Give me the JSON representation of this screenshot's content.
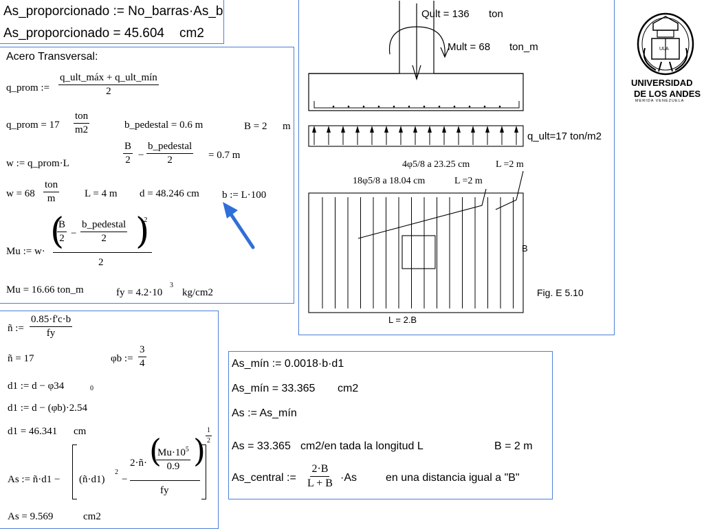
{
  "top": {
    "line1": "As_proporcionado := No_barras·As_b",
    "line2_lhs": "As_proporcionado = 45.604",
    "line2_unit": "cm2"
  },
  "acero": {
    "title": "Acero Transversal:",
    "qprom_def_lhs": "q_prom :=",
    "qprom_num": "q_ult_máx + q_ult_mín",
    "qprom_den": "2",
    "qprom_val": "q_prom = 17",
    "unit_ton": "ton",
    "unit_m2": "m2",
    "b_ped": "b_pedestal = 0.6 m",
    "B_val": "B = 2",
    "B_unit": "m",
    "frac_B": "B",
    "frac_2": "2",
    "minus": "−",
    "frac_bped": "b_pedestal",
    "eq_07": "= 0.7 m",
    "w_def": "w := q_prom·L",
    "w_val": "w = 68",
    "unit_m": "m",
    "L_val": "L = 4 m",
    "d_val": "d = 48.246 cm",
    "b_def": "b := L·100",
    "mu_def_lhs": "Mu := w·",
    "mu_exp": "2",
    "mu_val": "Mu = 16.66 ton_m",
    "fy_lhs": "fy = 4.2·10",
    "fy_exp": "3",
    "fy_unit": "kg/cm2"
  },
  "left_bottom": {
    "n_lhs": "ñ :=",
    "n_num": "0.85·f'c·b",
    "n_den": "fy",
    "n_val": "ñ = 17",
    "phib_lhs": "φb :=",
    "phib_num": "3",
    "phib_den": "4",
    "d1_a": "d1 := d − φ34",
    "d1_a_sub": "0",
    "d1_b": "d1 := d − (φb)·2.54",
    "d1_val": "d1 = 46.341",
    "d1_unit": "cm",
    "as_lhs": "As := ñ·d1 −",
    "as_nd1": "(ñ·d1)",
    "as_sq": "2",
    "as_minus": "−",
    "as_2n": "2·ñ·",
    "as_mu": "Mu·10",
    "as_mu_exp": "5",
    "as_09": "0.9",
    "as_fy": "fy",
    "as_half_num": "1",
    "as_half_den": "2",
    "as_val": "As = 9.569",
    "as_unit": "cm2"
  },
  "right_bottom": {
    "asmin_def": "As_mín := 0.0018·b·d1",
    "asmin_val": "As_mín = 33.365",
    "asmin_unit": "cm2",
    "as_def": "As := As_mín",
    "as_val": "As = 33.365",
    "as_text": "cm2/en tada la longitud L",
    "B_val": "B = 2 m",
    "central_lhs": "As_central :=",
    "central_num": "2·B",
    "central_den": "L + B",
    "central_rhs": "·As",
    "central_text": "en una distancia igual a \"B\""
  },
  "figure": {
    "qult": "Qult = 136",
    "qult_unit": "ton",
    "mult": "Mult = 68",
    "mult_unit": "ton_m",
    "qult_dist": "q_ult=17 ton/m2",
    "bar1": "4φ5/8  a 23.25  cm",
    "bar1_L": "L =2 m",
    "bar2": "18φ5/8  a  18.04  cm",
    "bar2_L": "L =2 m",
    "side_B": "B",
    "bottom_L": "L = 2.B",
    "caption": "Fig. E 5.10"
  },
  "logo": {
    "line1": "UNIVERSIDAD",
    "line2": "DE LOS ANDES",
    "line3": "MERIDA VENEZUELA",
    "book_text": "ULA"
  },
  "colors": {
    "box_border": "#4a7fd6",
    "arrow": "#2f6fd8"
  }
}
